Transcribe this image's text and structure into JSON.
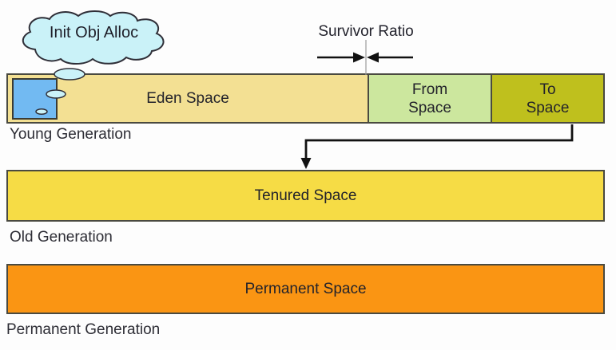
{
  "canvas": {
    "background": "#fdfdfd"
  },
  "cloud": {
    "label": "Init Obj Alloc",
    "fill": "#caf2f8",
    "outline": "#2f2f38"
  },
  "survivor_ratio": {
    "label": "Survivor Ratio"
  },
  "young_generation": {
    "label": "Young Generation",
    "eden": {
      "label": "Eden Space",
      "color": "#f3e093"
    },
    "from": {
      "lines": [
        "From",
        "Space"
      ],
      "color": "#cce79e"
    },
    "to": {
      "lines": [
        "To",
        "Space"
      ],
      "color": "#bfc01d"
    },
    "alloc_square_color": "#72baf2"
  },
  "old_generation": {
    "label": "Old Generation",
    "tenured": {
      "label": "Tenured Space",
      "color": "#f6dc45"
    }
  },
  "permanent_generation": {
    "label": "Permanent Generation",
    "permanent": {
      "label": "Permanent Space",
      "color": "#fa9513"
    }
  }
}
